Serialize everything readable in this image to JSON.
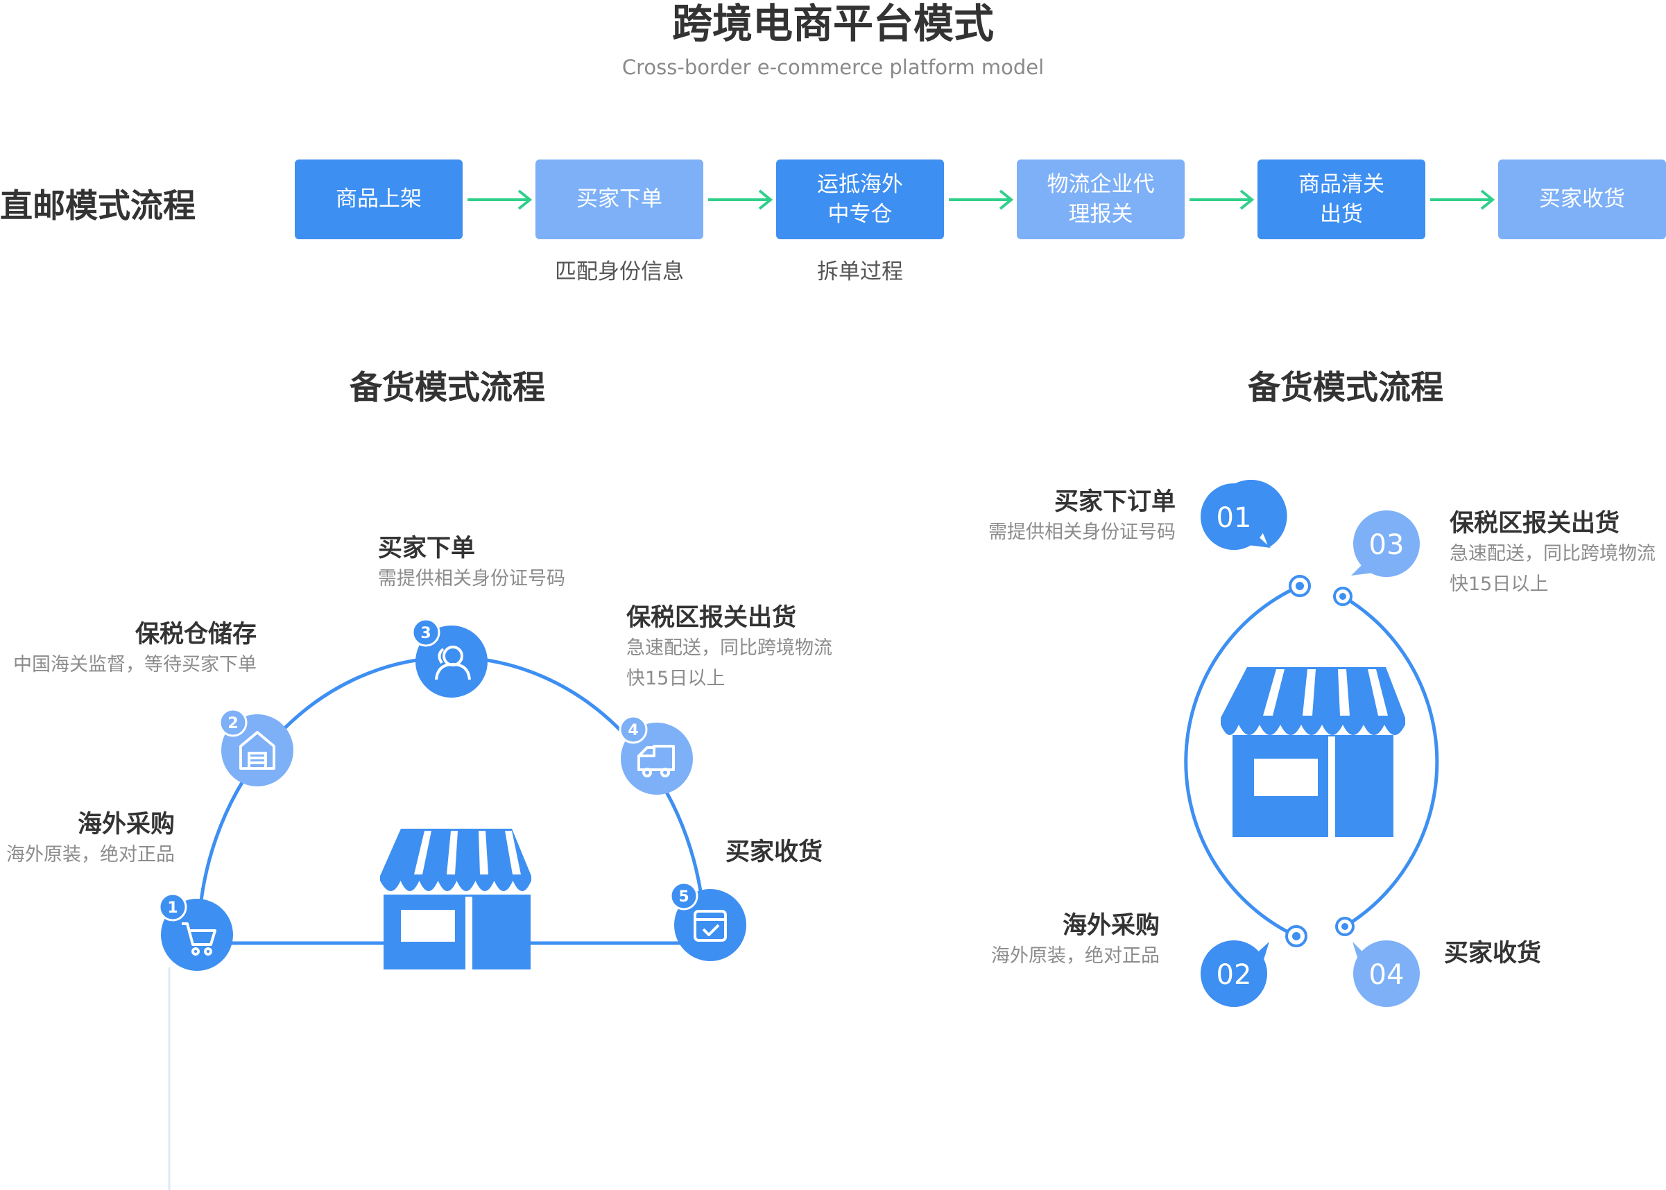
{
  "header": {
    "title": "跨境电商平台模式",
    "subtitle": "Cross-border e-commerce platform model"
  },
  "direct_mail": {
    "label": "直邮模式流程",
    "steps": [
      {
        "label": "商品上架",
        "note": ""
      },
      {
        "label": "买家下单",
        "note": "匹配身份信息"
      },
      {
        "label": "运抵海外\n中专仓",
        "note": "拆单过程"
      },
      {
        "label": "物流企业代\n理报关",
        "note": ""
      },
      {
        "label": "商品清关\n出货",
        "note": ""
      },
      {
        "label": "买家收货",
        "note": ""
      }
    ]
  },
  "stock_left": {
    "title": "备货模式流程",
    "nodes": [
      {
        "num": "1",
        "title": "海外采购",
        "desc": "海外原装，绝对正品",
        "icon": "cart-icon"
      },
      {
        "num": "2",
        "title": "保税仓储存",
        "desc": "中国海关监督，等待买家下单",
        "icon": "warehouse-icon"
      },
      {
        "num": "3",
        "title": "买家下单",
        "desc": "需提供相关身份证号码",
        "icon": "user-icon"
      },
      {
        "num": "4",
        "title": "保税区报关出货",
        "desc": "急速配送，同比跨境物流\n快15日以上",
        "icon": "truck-icon"
      },
      {
        "num": "5",
        "title": "买家收货",
        "desc": "",
        "icon": "package-check-icon"
      }
    ]
  },
  "stock_right": {
    "title": "备货模式流程",
    "nodes": [
      {
        "num": "01",
        "title": "买家下订单",
        "desc": "需提供相关身份证号码"
      },
      {
        "num": "02",
        "title": "海外采购",
        "desc": "海外原装，绝对正品"
      },
      {
        "num": "03",
        "title": "保税区报关出货",
        "desc": "急速配送，同比跨境物流\n快15日以上"
      },
      {
        "num": "04",
        "title": "买家收货",
        "desc": ""
      }
    ]
  },
  "colors": {
    "primary": "#3d8ff2",
    "light": "#7db0f7",
    "arrow": "#2fd08a",
    "text": "#333333",
    "muted": "#8c8c8c"
  }
}
